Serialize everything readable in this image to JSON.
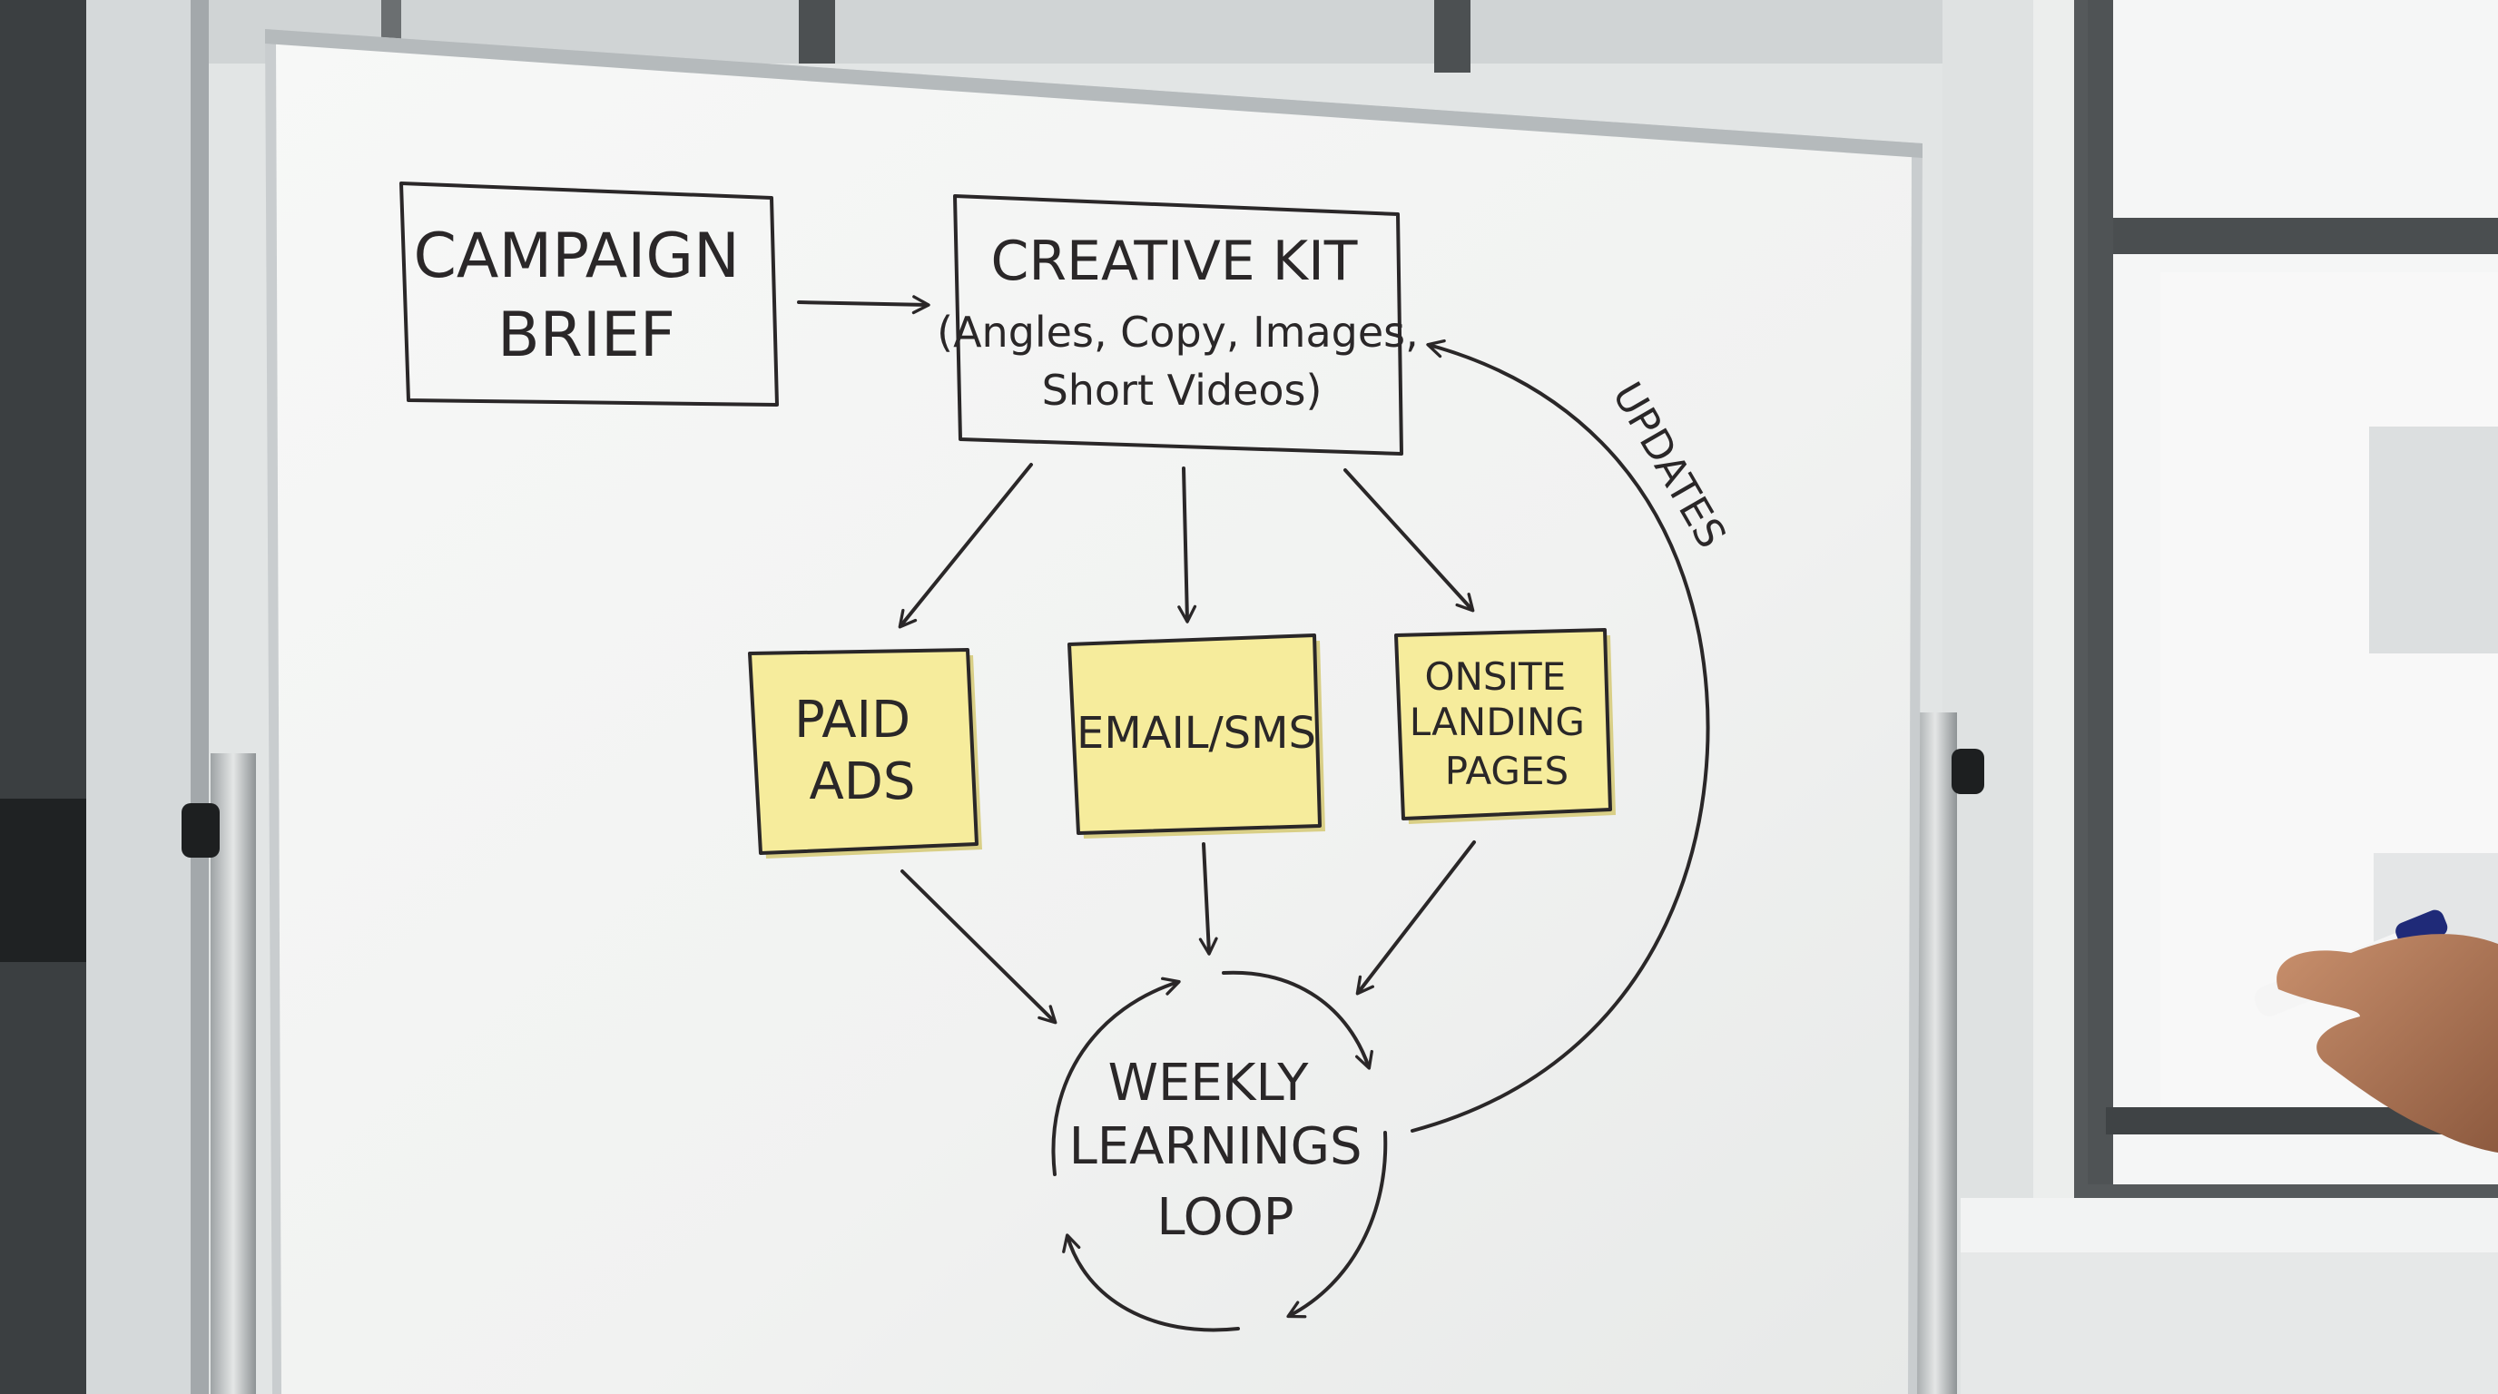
{
  "diagram": {
    "nodes": {
      "campaign_brief": {
        "lines": [
          "CAMPAIGN",
          "BRIEF"
        ]
      },
      "creative_kit": {
        "lines": [
          "CREATIVE KIT",
          "(Angles, Copy, Images,",
          "Short Videos)"
        ]
      },
      "paid_ads": {
        "lines": [
          "PAID",
          "ADS"
        ]
      },
      "email_sms": {
        "lines": [
          "EMAIL/SMS"
        ]
      },
      "onsite_landing": {
        "lines": [
          "ONSITE",
          "LANDING",
          "PAGES"
        ]
      },
      "weekly_loop": {
        "lines": [
          "WEEKLY",
          "LEARNINGS",
          "LOOP"
        ]
      }
    },
    "labels": {
      "updates": "UPDATES"
    },
    "edges": [
      {
        "from": "campaign_brief",
        "to": "creative_kit"
      },
      {
        "from": "creative_kit",
        "to": "paid_ads"
      },
      {
        "from": "creative_kit",
        "to": "email_sms"
      },
      {
        "from": "creative_kit",
        "to": "onsite_landing"
      },
      {
        "from": "paid_ads",
        "to": "weekly_loop"
      },
      {
        "from": "email_sms",
        "to": "weekly_loop"
      },
      {
        "from": "onsite_landing",
        "to": "weekly_loop"
      },
      {
        "from": "weekly_loop",
        "to": "creative_kit",
        "label": "updates"
      }
    ]
  },
  "colors": {
    "ink": "#2a2728",
    "sticky_note": "#f6ec9c",
    "board": "#f4f5f4"
  }
}
